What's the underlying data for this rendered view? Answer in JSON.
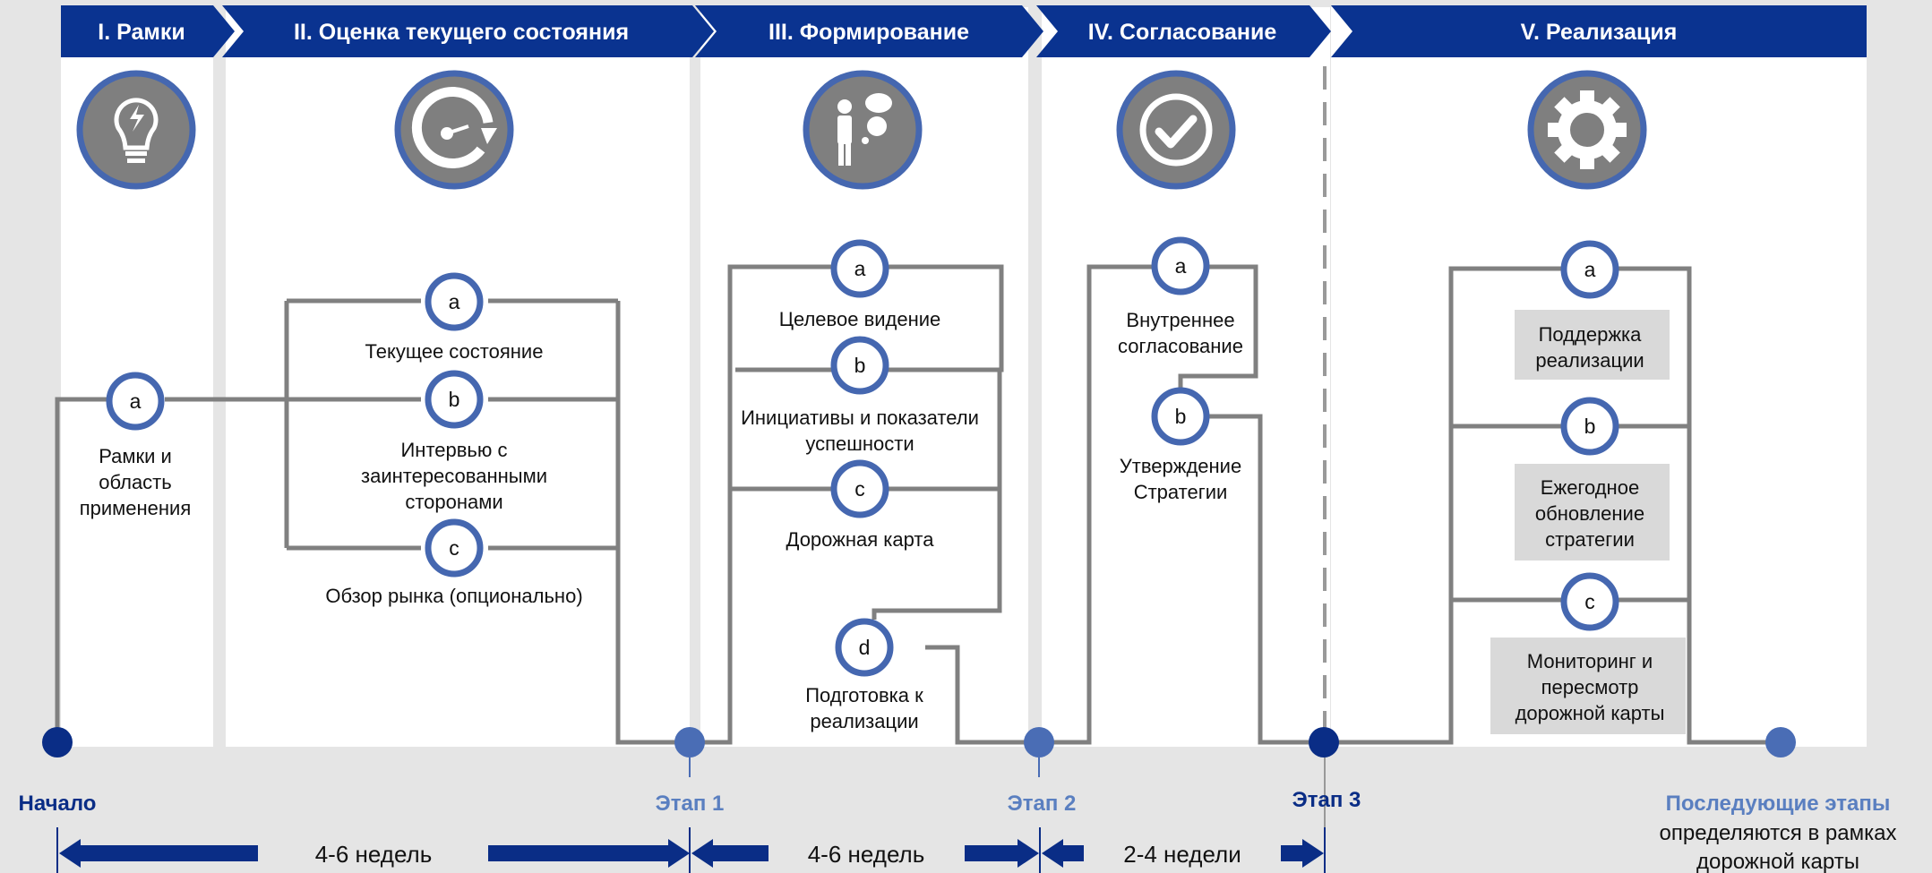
{
  "phases": [
    {
      "id": "p1",
      "title": "I. Рамки",
      "icon": "lightbulb-icon"
    },
    {
      "id": "p2",
      "title": "II. Оценка текущего состояния",
      "icon": "speedometer-icon"
    },
    {
      "id": "p3",
      "title": "III. Формирование",
      "icon": "thinking-person-icon"
    },
    {
      "id": "p4",
      "title": "IV. Согласование",
      "icon": "checkmark-icon"
    },
    {
      "id": "p5",
      "title": "V. Реализация",
      "icon": "gear-icon"
    }
  ],
  "steps": [
    {
      "letter": "a",
      "lines": [
        "Рамки и",
        "область",
        "применения"
      ]
    },
    {
      "letter": "a",
      "lines": [
        "Текущее состояние"
      ]
    },
    {
      "letter": "b",
      "lines": [
        "Интервью с",
        "заинтересованными",
        "сторонами"
      ]
    },
    {
      "letter": "c",
      "lines": [
        "Обзор рынка (опционально)"
      ]
    },
    {
      "letter": "a",
      "lines": [
        "Целевое видение"
      ]
    },
    {
      "letter": "b",
      "lines": [
        "Инициативы и показатели",
        "успешности"
      ]
    },
    {
      "letter": "c",
      "lines": [
        "Дорожная карта"
      ]
    },
    {
      "letter": "d",
      "lines": [
        "Подготовка к",
        "реализации"
      ]
    },
    {
      "letter": "a",
      "lines": [
        "Внутреннее",
        "согласование"
      ]
    },
    {
      "letter": "b",
      "lines": [
        "Утверждение",
        "Стратегии"
      ]
    },
    {
      "letter": "a",
      "lines": [
        "Поддержка",
        "реализации"
      ]
    },
    {
      "letter": "b",
      "lines": [
        "Ежегодное",
        "обновление",
        "стратегии"
      ]
    },
    {
      "letter": "c",
      "lines": [
        "Мониторинг и",
        "пересмотр",
        "дорожной карты"
      ]
    }
  ],
  "milestones": [
    {
      "label": "Начало",
      "note": []
    },
    {
      "label": "Этап 1",
      "note": []
    },
    {
      "label": "Этап 2",
      "note": []
    },
    {
      "label": "Этап 3",
      "note": []
    },
    {
      "label": "Последующие этапы",
      "note": [
        "определяются в рамках",
        "дорожной карты"
      ]
    }
  ],
  "durations": [
    "4-6 недель",
    "4-6 недель",
    "2-4 недели"
  ],
  "colors": {
    "header": "#0a3390",
    "node_dark": "#0a2d86",
    "node_light": "#4a6db5",
    "ring": "#4567b0",
    "line": "#808080",
    "icon_fill": "#7f7f7f",
    "label_light": "#5a7fc0"
  }
}
